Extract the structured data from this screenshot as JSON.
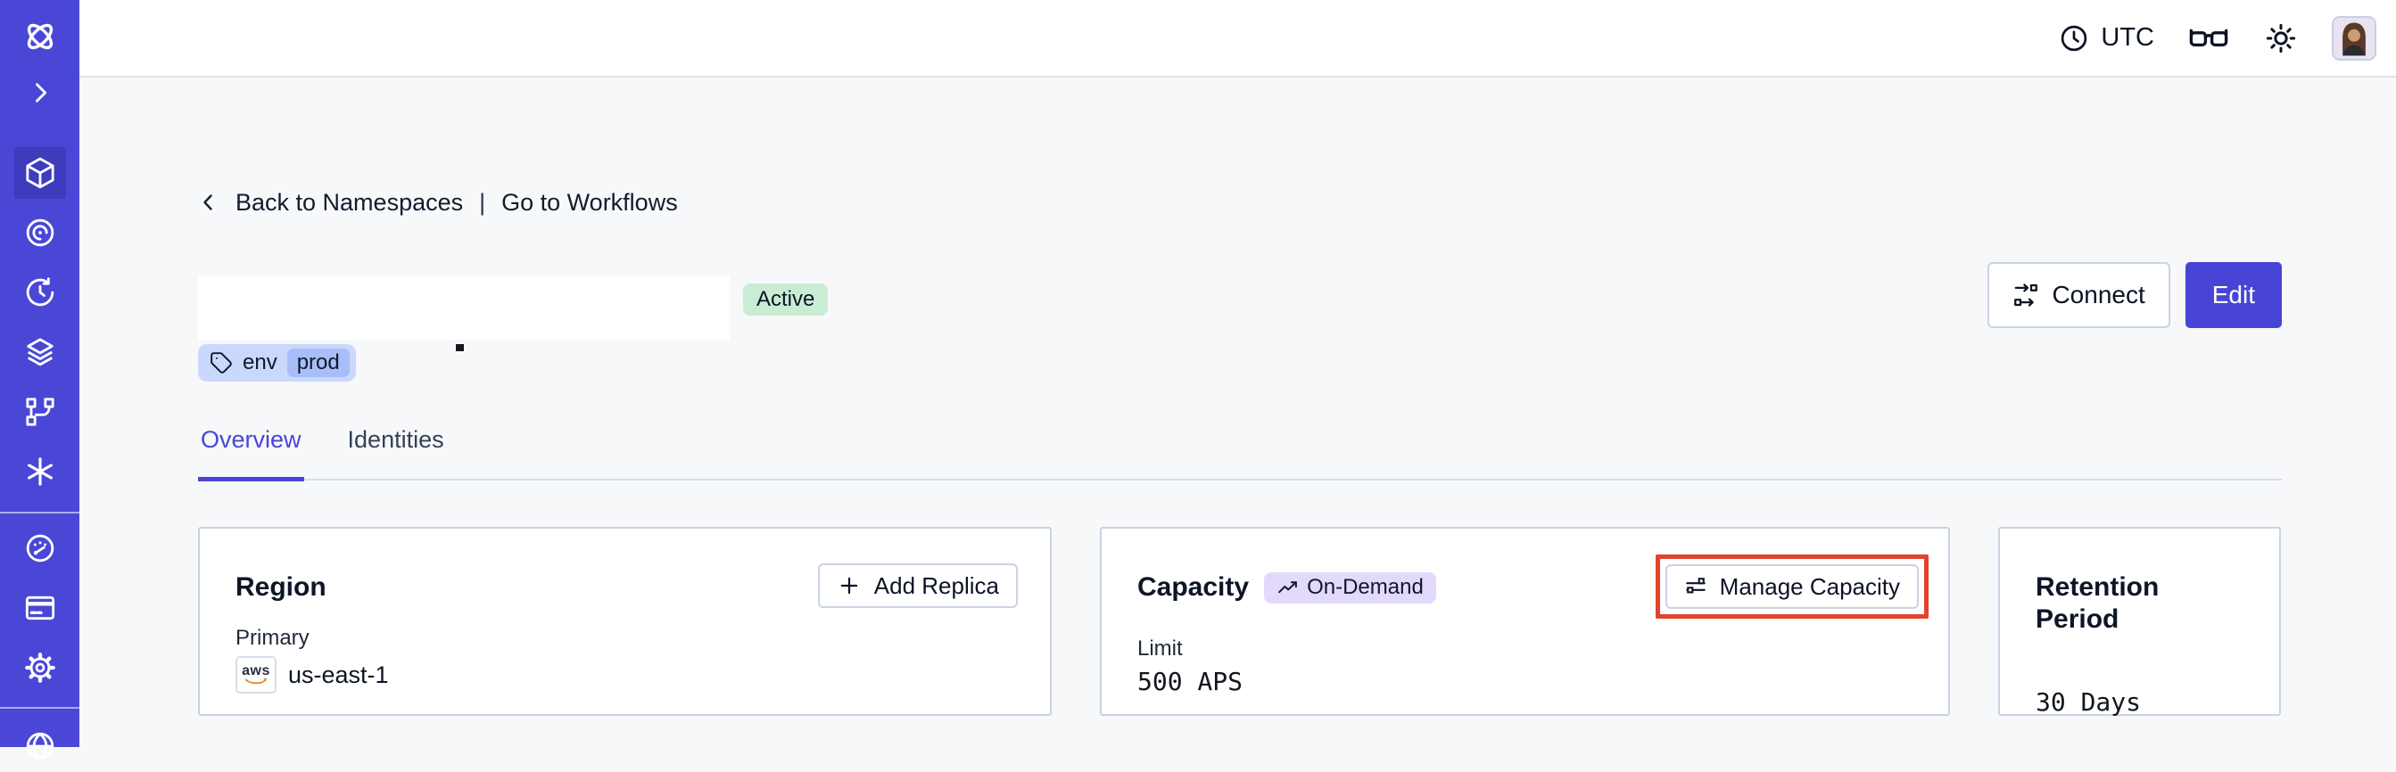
{
  "topbar": {
    "timezone": "UTC"
  },
  "sidebar": {
    "icons": [
      "temporal-logo",
      "expand-chevron",
      "namespaces",
      "workflows",
      "schedules",
      "deployments",
      "worker-versioning",
      "nexus",
      "usage",
      "billing",
      "settings",
      "support"
    ]
  },
  "header": {
    "back_label": "Back to Namespaces",
    "separator": "|",
    "go_label": "Go to Workflows",
    "status": "Active",
    "tag_key": "env",
    "tag_value": "prod",
    "connect_label": "Connect",
    "edit_label": "Edit"
  },
  "tabs": {
    "items": [
      {
        "label": "Overview",
        "active": true
      },
      {
        "label": "Identities",
        "active": false
      }
    ]
  },
  "cards": {
    "region": {
      "title": "Region",
      "add_replica_label": "Add Replica",
      "primary_label": "Primary",
      "provider": "aws",
      "value": "us-east-1"
    },
    "capacity": {
      "title": "Capacity",
      "badge": "On-Demand",
      "manage_label": "Manage Capacity",
      "limit_label": "Limit",
      "value": "500 APS"
    },
    "retention": {
      "title": "Retention Period",
      "value": "30 Days"
    }
  },
  "colors": {
    "sidebar": "#4A47D6",
    "sidebar_active": "#3E3BBC",
    "accent": "#4845D6",
    "highlight": "#E2432C",
    "active_badge_bg": "#C9EDD4",
    "tag_bg": "#C9D8FC",
    "tag_value_bg": "#A7BEF8",
    "ondemand_bg": "#E3DAFB",
    "page_bg": "#F7F8FA"
  }
}
